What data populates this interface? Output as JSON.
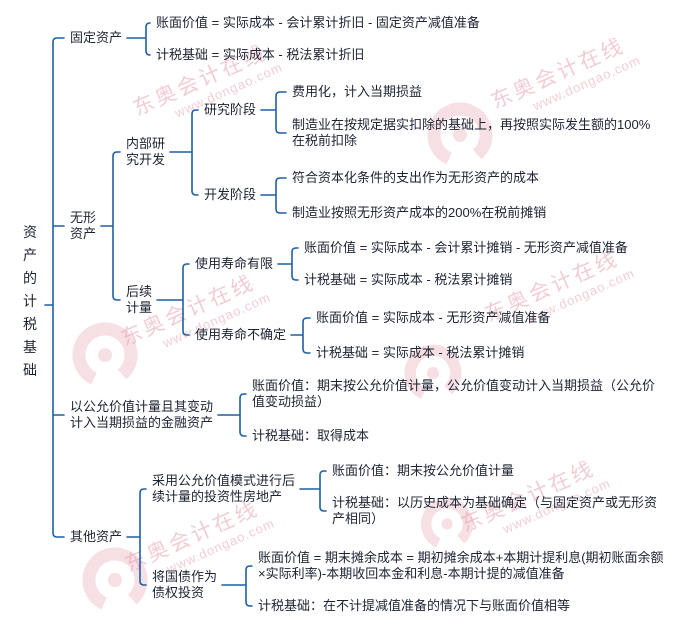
{
  "title": "资产的计税基础",
  "mindmap": {
    "root": "资产的计税基础",
    "fixed_assets": {
      "label": "固定资产",
      "book_value": "账面价值 = 实际成本 - 会计累计折旧 - 固定资产减值准备",
      "tax_basis": "计税基础 = 实际成本 - 税法累计折旧"
    },
    "intangible_assets": {
      "label": "无形\n资产",
      "internal_rd": {
        "label": "内部研\n究开发",
        "research_phase": {
          "label": "研究阶段",
          "point1": "费用化，计入当期损益",
          "point2": "制造业在按规定据实扣除的基础上，再按照实际发生额的100%\n在税前扣除"
        },
        "development_phase": {
          "label": "开发阶段",
          "point1": "符合资本化条件的支出作为无形资产的成本",
          "point2": "制造业按照无形资产成本的200%在税前摊销"
        }
      },
      "subsequent_measurement": {
        "label": "后续\n计量",
        "finite_life": {
          "label": "使用寿命有限",
          "book_value": "账面价值 = 实际成本 - 会计累计摊销 - 无形资产减值准备",
          "tax_basis": "计税基础 = 实际成本 - 税法累计摊销"
        },
        "indefinite_life": {
          "label": "使用寿命不确定",
          "book_value": "账面价值 = 实际成本 - 无形资产减值准备",
          "tax_basis": "计税基础 = 实际成本 - 税法累计摊销"
        }
      }
    },
    "financial_assets": {
      "label": "以公允价值计量且其变动\n计入当期损益的金融资产",
      "book_value": "账面价值：期末按公允价值计量，公允价值变动计入当期损益（公允价\n值变动损益）",
      "tax_basis": "计税基础：取得成本"
    },
    "other_assets": {
      "label": "其他资产",
      "investment_property": {
        "label": "采用公允价值模式进行后\n续计量的投资性房地产",
        "book_value": "账面价值：期末按公允价值计量",
        "tax_basis": "计税基础：以历史成本为基础确定（与固定资产或无形资\n产相同）"
      },
      "treasury_bond": {
        "label": "将国债作为\n债权投资",
        "book_value": "账面价值 = 期末摊余成本 = 期初摊余成本+本期计提利息(期初账面余额\n×实际利率)-本期收回本金和利息-本期计提的减值准备",
        "tax_basis": "计税基础：在不计提减值准备的情况下与账面价值相等"
      }
    }
  },
  "watermark": {
    "brand": "东奥会计在线",
    "url": "www.dongao.com"
  },
  "colors": {
    "line": "#1e5fa5",
    "text": "#1c2333",
    "watermark": "#e59aa6",
    "background": "#ffffff"
  }
}
